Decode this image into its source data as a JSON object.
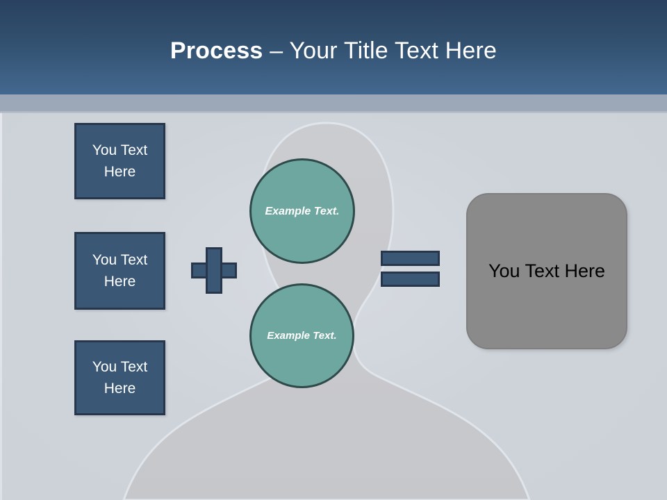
{
  "slide": {
    "title_strong": "Process",
    "title_rest": " – Your Title Text Here",
    "header_gradient_top": "#2a4160",
    "header_gradient_bottom": "#43688f",
    "header_bar_color": "#9ca7b8",
    "body_background": "#cdd2d8",
    "silhouette_color": "#c8cacd"
  },
  "inputs": {
    "boxes": [
      {
        "label": "You Text Here"
      },
      {
        "label": "You Text Here"
      },
      {
        "label": "You Text Here"
      }
    ],
    "box_fill": "#3a5876",
    "box_border": "#27364a",
    "box_text_color": "#ffffff"
  },
  "operators": {
    "plus_symbol": "+",
    "equals_symbol": "=",
    "operator_fill": "#3a5876",
    "operator_border": "#27364a"
  },
  "circles": [
    {
      "label": "Example Text."
    },
    {
      "label": "Example Text."
    }
  ],
  "circle_style": {
    "fill": "#6ea79f",
    "border": "#2e4a4a",
    "text_color": "#ffffff"
  },
  "result": {
    "label": "You Text Here",
    "fill": "#8a8a8a",
    "text_color": "#000000"
  }
}
